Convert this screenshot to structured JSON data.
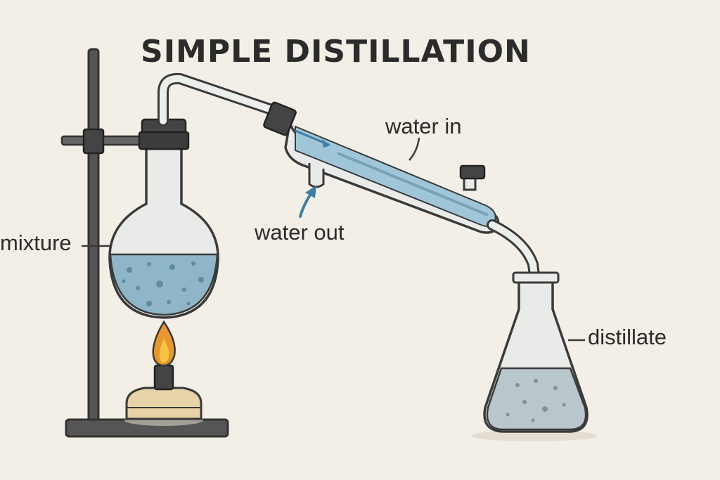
{
  "diagram": {
    "title": "SIMPLE DISTILLATION",
    "labels": {
      "mixture": "mixture",
      "water_in": "water in",
      "water_out": "water out",
      "distillate": "distillate"
    },
    "colors": {
      "background": "#f3efe6",
      "outline": "#3a3a3a",
      "glass": "#e9ebe8",
      "mixture_liquid": "#8fb6c8",
      "coolant_water": "#9fc6d8",
      "distillate_liquid": "#b9c6cc",
      "flame_outer": "#e9962a",
      "flame_inner": "#f6c548",
      "burner_body": "#e8d3a8",
      "arrow": "#3f7fa5"
    }
  }
}
